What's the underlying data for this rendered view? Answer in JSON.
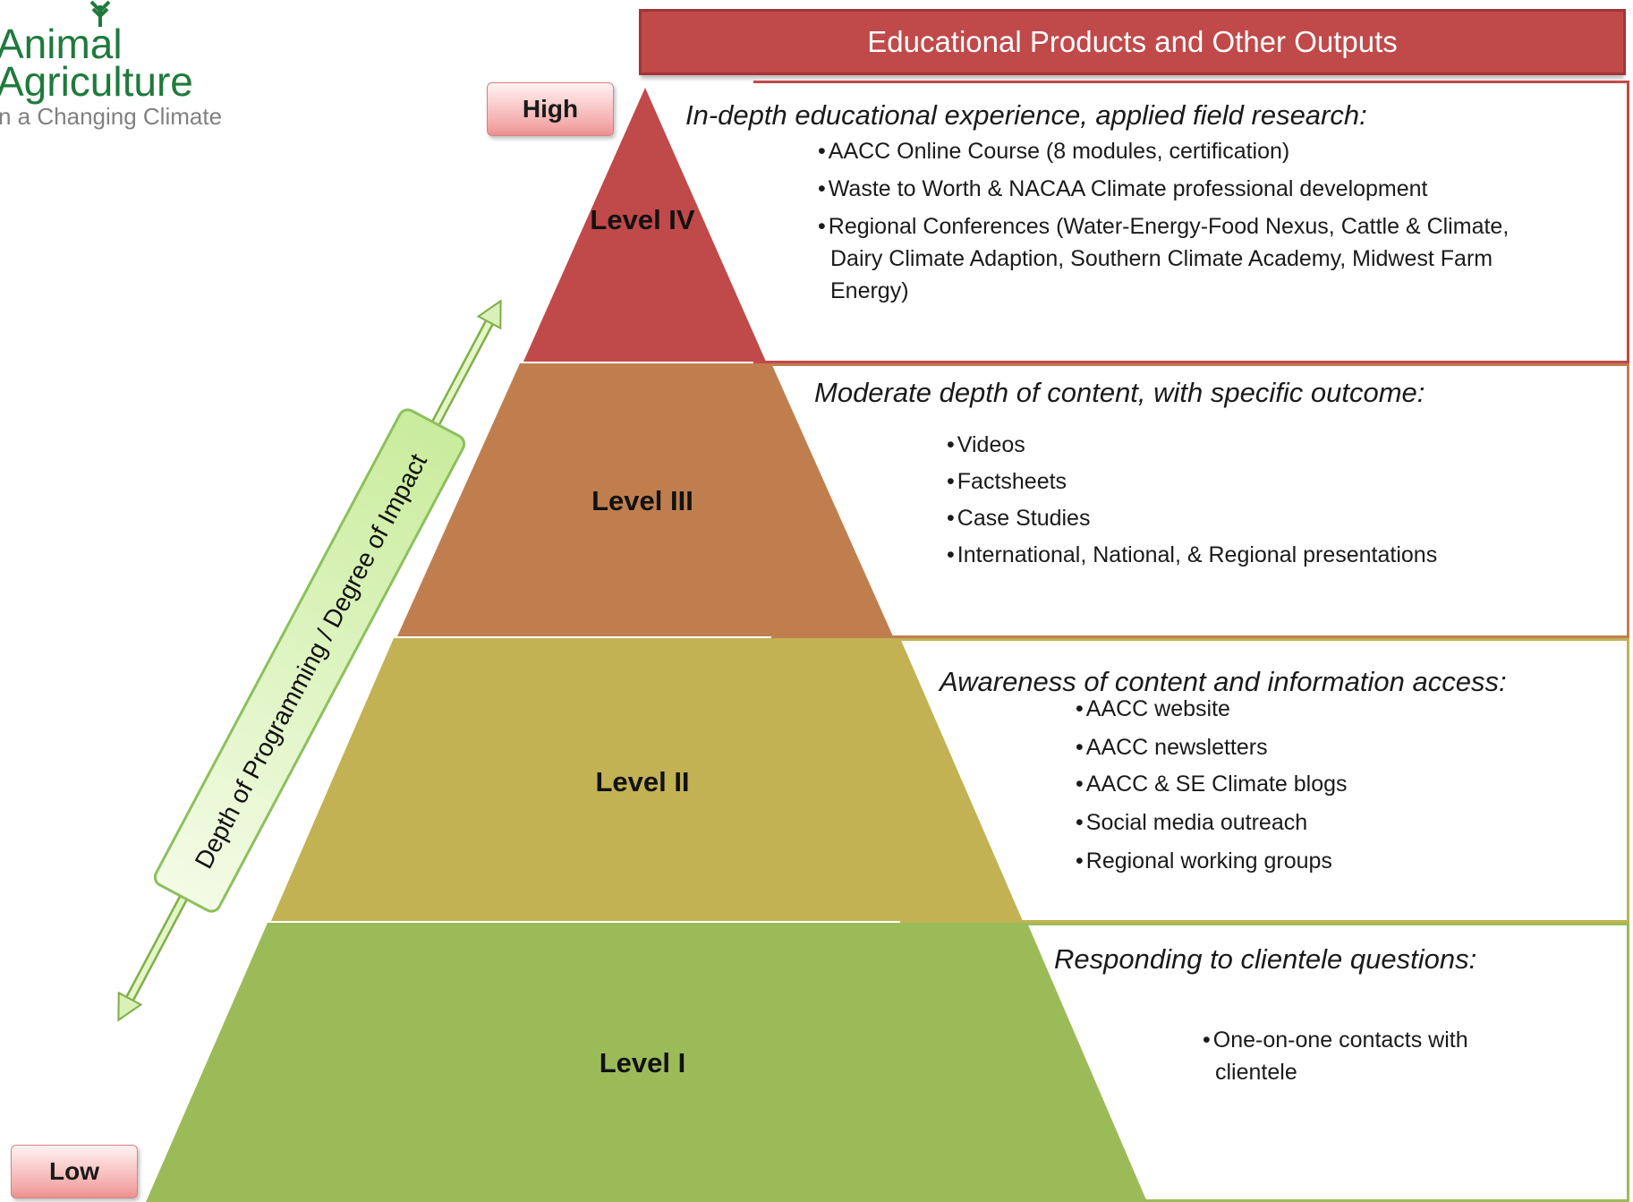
{
  "logo": {
    "line1": "Animal",
    "line2": "Agriculture",
    "line3": "n a Changing Climate"
  },
  "header": {
    "title": "Educational Products and Other Outputs"
  },
  "scale": {
    "high_label": "High",
    "low_label": "Low",
    "axis_label": "Depth of Programming / Degree of Impact"
  },
  "levels": [
    {
      "label": "Level IV",
      "color": "#c0494a",
      "heading": "In-depth  educational experience, applied field research:",
      "items": [
        "AACC Online Course (8 modules, certification)",
        "Waste to Worth & NACAA Climate professional development",
        "Regional Conferences (Water-Energy-Food Nexus, Cattle & Climate, Dairy Climate Adaption, Southern Climate Academy, Midwest Farm Energy)"
      ]
    },
    {
      "label": "Level III",
      "color": "#c07e4f",
      "heading": "Moderate depth of content, with specific  outcome:",
      "items": [
        "Videos",
        "Factsheets",
        "Case Studies",
        "International, National, & Regional presentations"
      ]
    },
    {
      "label": "Level II",
      "color": "#c2b254",
      "heading": "Awareness of content and information access:",
      "items": [
        "AACC website",
        "AACC newsletters",
        "AACC & SE Climate blogs",
        "Social media outreach",
        "Regional working groups"
      ]
    },
    {
      "label": "Level I",
      "color": "#9bbb59",
      "heading": "Responding to clientele questions:",
      "items": [
        "One-on-one contacts with clientele"
      ]
    }
  ]
}
